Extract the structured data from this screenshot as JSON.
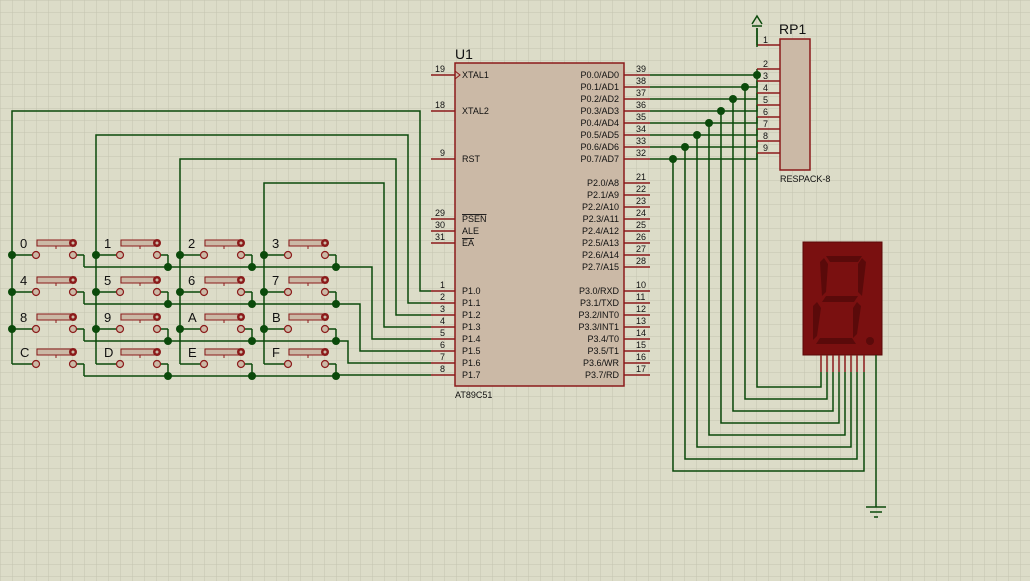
{
  "colors": {
    "background": "#dcdcc8",
    "grid": "#c4c4b0",
    "wire": "#0b4a0b",
    "component": "#8b1a1a",
    "chip_fill": "#cbb9a6",
    "led_off": "#5a0a0a",
    "led_body": "#7a1010"
  },
  "u1": {
    "ref": "U1",
    "part": "AT89C51",
    "left_pins": [
      {
        "num": "19",
        "label": "XTAL1"
      },
      {
        "num": "18",
        "label": "XTAL2"
      },
      {
        "num": "9",
        "label": "RST"
      },
      {
        "num": "29",
        "label": "PSEN",
        "overline": true
      },
      {
        "num": "30",
        "label": "ALE"
      },
      {
        "num": "31",
        "label": "EA",
        "overline": true
      },
      {
        "num": "1",
        "label": "P1.0"
      },
      {
        "num": "2",
        "label": "P1.1"
      },
      {
        "num": "3",
        "label": "P1.2"
      },
      {
        "num": "4",
        "label": "P1.3"
      },
      {
        "num": "5",
        "label": "P1.4"
      },
      {
        "num": "6",
        "label": "P1.5"
      },
      {
        "num": "7",
        "label": "P1.6"
      },
      {
        "num": "8",
        "label": "P1.7"
      }
    ],
    "right_pins": [
      {
        "num": "39",
        "label": "P0.0/AD0"
      },
      {
        "num": "38",
        "label": "P0.1/AD1"
      },
      {
        "num": "37",
        "label": "P0.2/AD2"
      },
      {
        "num": "36",
        "label": "P0.3/AD3"
      },
      {
        "num": "35",
        "label": "P0.4/AD4"
      },
      {
        "num": "34",
        "label": "P0.5/AD5"
      },
      {
        "num": "33",
        "label": "P0.6/AD6"
      },
      {
        "num": "32",
        "label": "P0.7/AD7"
      },
      {
        "num": "21",
        "label": "P2.0/A8"
      },
      {
        "num": "22",
        "label": "P2.1/A9"
      },
      {
        "num": "23",
        "label": "P2.2/A10"
      },
      {
        "num": "24",
        "label": "P2.3/A11"
      },
      {
        "num": "25",
        "label": "P2.4/A12"
      },
      {
        "num": "26",
        "label": "P2.5/A13"
      },
      {
        "num": "27",
        "label": "P2.6/A14"
      },
      {
        "num": "28",
        "label": "P2.7/A15"
      },
      {
        "num": "10",
        "label": "P3.0/RXD"
      },
      {
        "num": "11",
        "label": "P3.1/TXD"
      },
      {
        "num": "12",
        "label": "P3.2/INT0"
      },
      {
        "num": "13",
        "label": "P3.3/INT1"
      },
      {
        "num": "14",
        "label": "P3.4/T0"
      },
      {
        "num": "15",
        "label": "P3.5/T1"
      },
      {
        "num": "16",
        "label": "P3.6/WR"
      },
      {
        "num": "17",
        "label": "P3.7/RD"
      }
    ]
  },
  "rp1": {
    "ref": "RP1",
    "part": "RESPACK-8",
    "pins": [
      "1",
      "2",
      "3",
      "4",
      "5",
      "6",
      "7",
      "8",
      "9"
    ]
  },
  "keypad": {
    "keys": [
      "0",
      "1",
      "2",
      "3",
      "4",
      "5",
      "6",
      "7",
      "8",
      "9",
      "A",
      "B",
      "C",
      "D",
      "E",
      "F"
    ]
  },
  "display": {
    "type": "seven-segment"
  }
}
